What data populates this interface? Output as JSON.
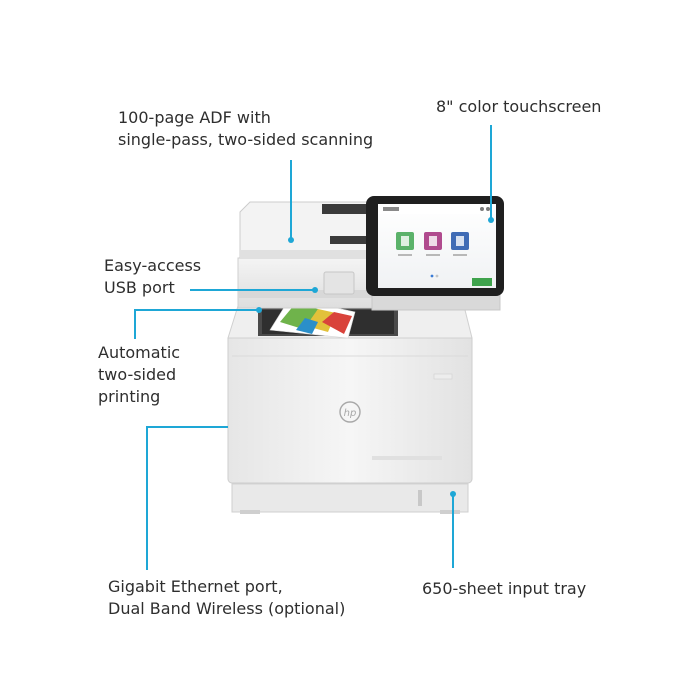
{
  "callouts": {
    "adf": [
      "100-page ADF with",
      "single-pass, two-sided scanning"
    ],
    "touchscreen": [
      "8\" color touchscreen"
    ],
    "usb": [
      "Easy-access",
      "USB port"
    ],
    "duplex": [
      "Automatic",
      "two-sided",
      "printing"
    ],
    "network": [
      "Gigabit Ethernet port,",
      "Dual Band Wireless (optional)"
    ],
    "tray": [
      "650-sheet input tray"
    ]
  },
  "brand_logo_text": "hp",
  "colors": {
    "callout_line": "#1ea7d6",
    "printer_body": "#f0f0f0",
    "screen_bezel": "#1e1e1e",
    "screen_green_button": "#3fa34d",
    "app_tile_green": "#5bb26a",
    "app_tile_purple": "#b04a8e",
    "app_tile_blue": "#3f6bb5"
  },
  "icons": [
    "hp-logo",
    "copy-app-icon",
    "print-app-icon",
    "scan-app-icon"
  ]
}
